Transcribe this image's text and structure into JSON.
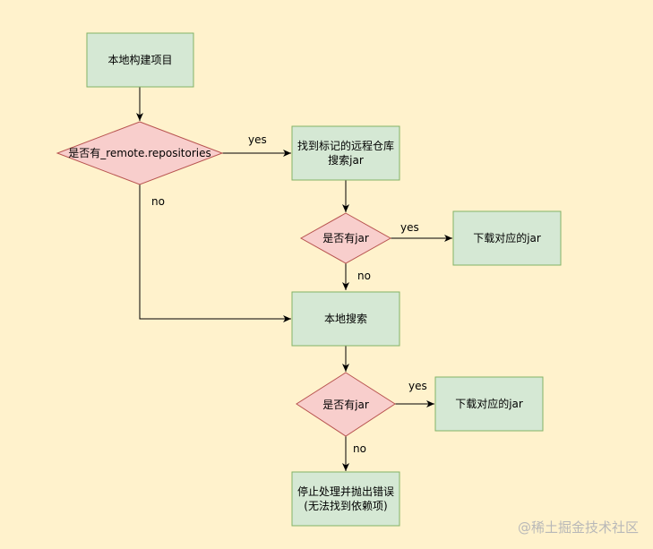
{
  "colors": {
    "background": "#fff2cc",
    "process_fill": "#d5e8d4",
    "process_stroke": "#82b366",
    "decision_fill": "#f8cecc",
    "decision_stroke": "#b85450",
    "edge": "#000000"
  },
  "nodes": {
    "build_project": "本地构建项目",
    "has_remote_repositories": "是否有_remote.repositories",
    "find_remote_repo": "找到标记的远程仓库\n搜索jar",
    "has_jar_remote": "是否有jar",
    "download_jar_1": "下载对应的jar",
    "local_search": "本地搜索",
    "has_jar_local": "是否有jar",
    "download_jar_2": "下载对应的jar",
    "stop_error": "停止处理并抛出错误\n(无法找到依赖项)"
  },
  "edge_labels": {
    "yes_1": "yes",
    "no_1": "no",
    "yes_2": "yes",
    "no_2": "no",
    "yes_3": "yes",
    "no_3": "no"
  },
  "watermark": "@稀土掘金技术社区"
}
